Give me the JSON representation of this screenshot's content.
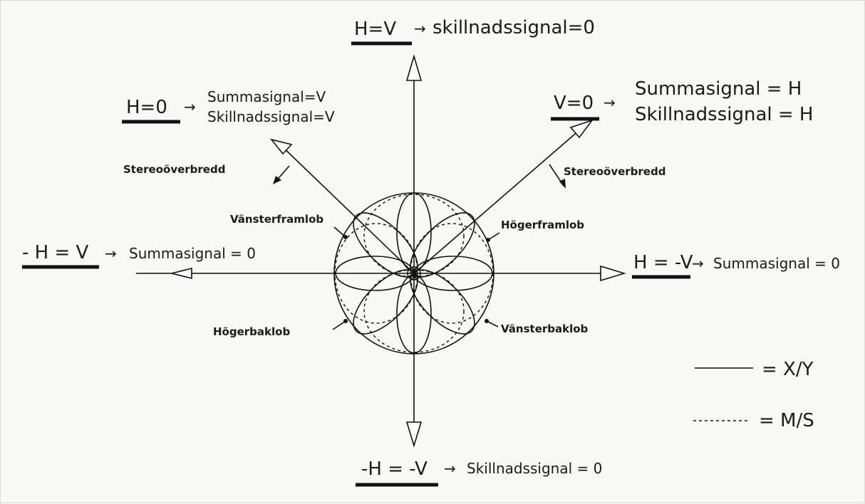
{
  "labels": {
    "top_key": "H=V",
    "top_val": "skillnadssignal=0",
    "ul_key": "H=0",
    "ul_line1": "Summasignal=V",
    "ul_line2": "Skillnadssignal=V",
    "ur_key": "V=0",
    "ur_line1": "Summasignal = H",
    "ur_line2": "Skillnadssignal = H",
    "left_key": "- H = V",
    "left_val": "Summasignal = 0",
    "right_key": "H = -V",
    "right_val": "Summasignal = 0",
    "bottom_key": "-H = -V",
    "bottom_val": "Skillnadssignal = 0",
    "stereo_left": "Stereoöverbredd",
    "stereo_right": "Stereoöverbredd",
    "lobe_front_left": "Vänsterframlob",
    "lobe_front_right": "Högerframlob",
    "lobe_back_left": "Högerbaklob",
    "lobe_back_right": "Vänsterbaklob",
    "legend_solid": "= X/Y",
    "legend_dashed": "= M/S",
    "arrow": "→"
  },
  "colors": {
    "ink": "#111111",
    "paper": "#f8f8f6"
  }
}
